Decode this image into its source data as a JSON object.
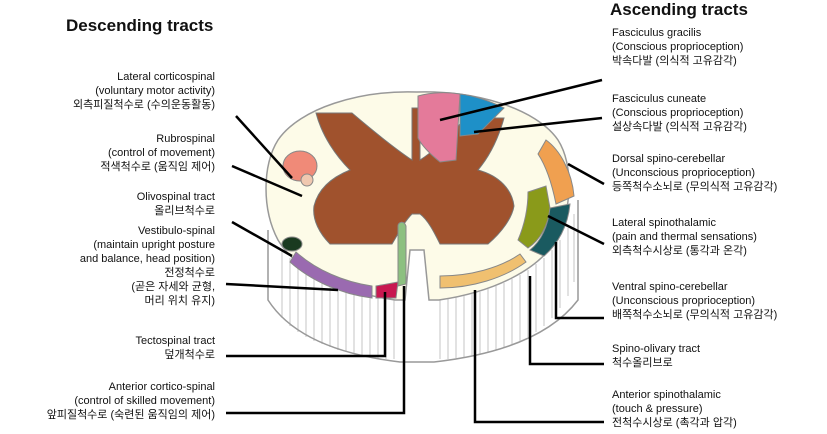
{
  "headings": {
    "descending": "Descending tracts",
    "ascending": "Ascending tracts"
  },
  "descending": [
    {
      "key": "lateral_corticospinal",
      "lines": [
        "Lateral corticospinal",
        "(voluntary motor activity)",
        "외측피질척수로 (수의운동활동)"
      ]
    },
    {
      "key": "rubrospinal",
      "lines": [
        "Rubrospinal",
        "(control of movement)",
        "적색척수로 (움직임 제어)"
      ]
    },
    {
      "key": "olivospinal",
      "lines": [
        "Olivospinal tract",
        "올리브척수로"
      ]
    },
    {
      "key": "vestibulospinal",
      "lines": [
        "Vestibulo-spinal",
        "(maintain upright posture",
        "and balance, head position)",
        "전정척수로",
        "(곧은 자세와 균형,",
        "머리 위치 유지)"
      ]
    },
    {
      "key": "tectospinal",
      "lines": [
        "Tectospinal tract",
        "덮개척수로"
      ]
    },
    {
      "key": "anterior_corticospinal",
      "lines": [
        "Anterior cortico-spinal",
        "(control of skilled movement)",
        "앞피질척수로 (숙련된 움직임의 제어)"
      ]
    }
  ],
  "ascending": [
    {
      "key": "fasciculus_gracilis",
      "lines": [
        "Fasciculus gracilis",
        "(Conscious proprioception)",
        "박속다발 (의식적 고유감각)"
      ]
    },
    {
      "key": "fasciculus_cuneate",
      "lines": [
        "Fasciculus cuneate",
        "(Conscious proprioception)",
        "설상속다발 (의식적 고유감각)"
      ]
    },
    {
      "key": "dorsal_spinocerebellar",
      "lines": [
        "Dorsal spino-cerebellar",
        "(Unconscious proprioception)",
        "등쪽척수소뇌로 (무의식적 고유감각)"
      ]
    },
    {
      "key": "lateral_spinothalamic",
      "lines": [
        "Lateral spinothalamic",
        "(pain and thermal sensations)",
        "외측척수시상로 (통각과 온각)"
      ]
    },
    {
      "key": "ventral_spinocerebellar",
      "lines": [
        "Ventral spino-cerebellar",
        "(Unconscious proprioception)",
        "배쪽척수소뇌로 (무의식적 고유감각)"
      ]
    },
    {
      "key": "spino_olivary",
      "lines": [
        "Spino-olivary tract",
        "척수올리브로"
      ]
    },
    {
      "key": "anterior_spinothalamic",
      "lines": [
        "Anterior spinothalamic",
        "(touch & pressure)",
        "전척수시상로 (촉각과 압각)"
      ]
    }
  ],
  "colors": {
    "gray_matter": "#a0522d",
    "white_matter": "#fdfbe8",
    "fasciculus_gracilis": "#e47a9a",
    "fasciculus_cuneate": "#1e90c8",
    "lateral_corticospinal": "#f08a78",
    "dorsal_spinocerebellar": "#f0a050",
    "lateral_spinothalamic": "#8a9a1a",
    "ventral_spinocerebellar": "#1a5a60",
    "spino_olivary": "#f0c070",
    "vestibulospinal": "#9a6ab0",
    "tectospinal": "#c81850",
    "anterior_corticospinal": "#8cc080",
    "olivospinal": "#1a3a20"
  }
}
